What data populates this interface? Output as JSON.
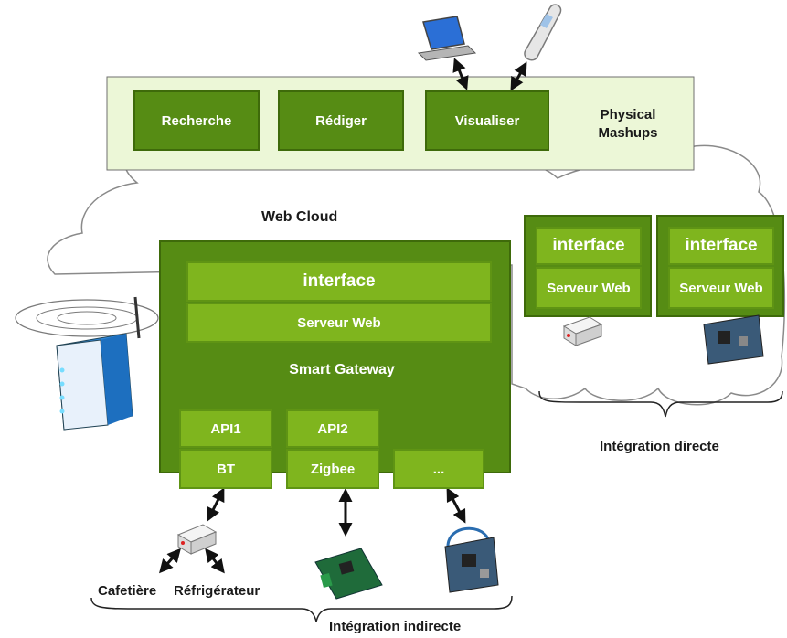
{
  "mashups": {
    "buttons": [
      "Recherche",
      "Rédiger",
      "Visualiser"
    ],
    "label_line1": "Physical",
    "label_line2": "Mashups"
  },
  "cloud": {
    "label": "Web Cloud"
  },
  "gateway": {
    "interface": "interface",
    "server": "Serveur Web",
    "name": "Smart Gateway",
    "api1": "API1",
    "api2": "API2",
    "bt": "BT",
    "zigbee": "Zigbee",
    "more": "..."
  },
  "direct": {
    "interface": "interface",
    "server": "Serveur Web",
    "label": "Intégration directe"
  },
  "devices": {
    "cafetiere": "Cafetière",
    "refrigerateur": "Réfrigérateur"
  },
  "indirect": {
    "label": "Intégration indirecte"
  },
  "colors": {
    "dark_green": "#568c14",
    "light_green": "#7fb51e",
    "panel_green": "#ecf7d7"
  }
}
